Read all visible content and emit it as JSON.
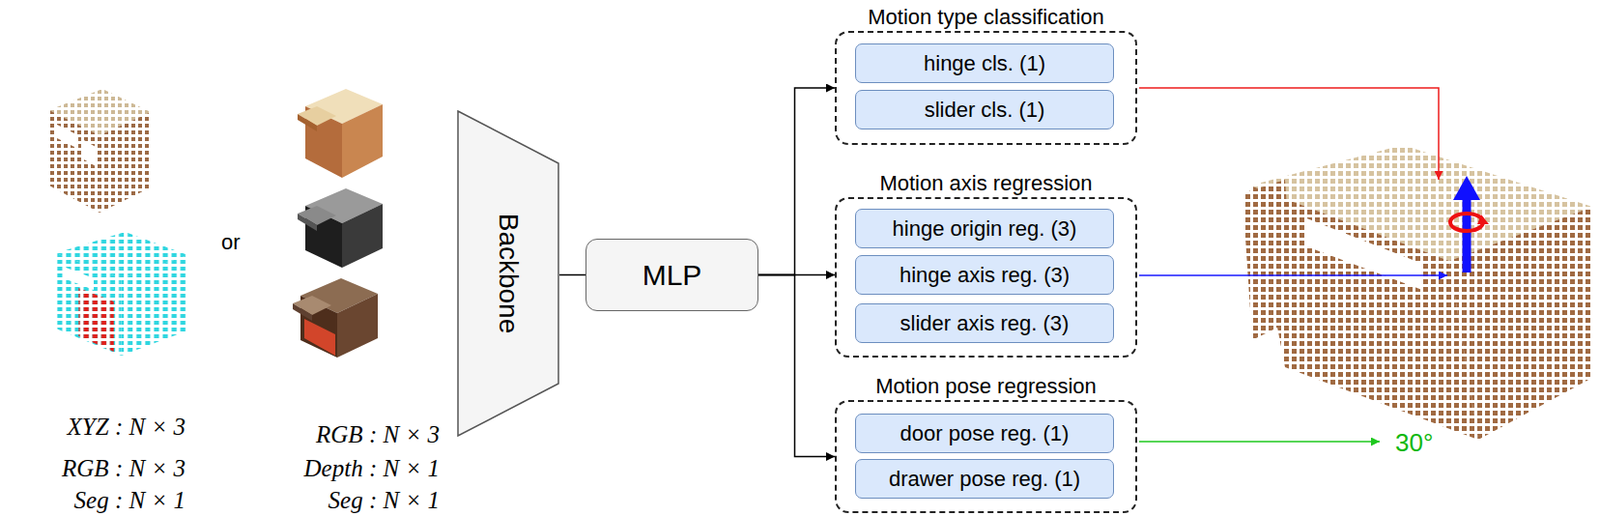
{
  "diagram": {
    "nodes": [
      {
        "text": [
          "Backbone"
        ]
      },
      {
        "text": [
          "MLP"
        ]
      },
      {
        "text": [
          "Motion type classification"
        ]
      },
      {
        "text": [
          "hinge cls. (1)"
        ],
        "in": 2
      },
      {
        "text": [
          "slider cls. (1)"
        ],
        "in": 2
      },
      {
        "text": [
          "Motion axis regression"
        ]
      },
      {
        "text": [
          "hinge origin reg. (3)"
        ],
        "in": 5
      },
      {
        "text": [
          "hinge axis reg. (3)"
        ],
        "in": 5
      },
      {
        "text": [
          "slider axis reg. (3)"
        ],
        "in": 5
      },
      {
        "text": [
          "Motion pose regression"
        ]
      },
      {
        "text": [
          "door pose reg. (1)"
        ],
        "in": 9
      },
      {
        "text": [
          "drawer pose reg. (1)"
        ],
        "in": 9
      }
    ],
    "edges": [
      {
        "from": 0,
        "to": 1,
        "arrow": "none"
      },
      {
        "from": 1,
        "to": 2,
        "arrow": "to"
      },
      {
        "from": 1,
        "to": 5,
        "arrow": "to"
      },
      {
        "from": 1,
        "to": 9,
        "arrow": "to"
      }
    ],
    "labels": [
      "or",
      "XYZ : N × 3",
      "RGB : N × 3",
      "Seg : N × 1",
      "RGB : N × 3",
      "Depth : N × 1",
      "Seg : N × 1",
      "30°"
    ]
  }
}
